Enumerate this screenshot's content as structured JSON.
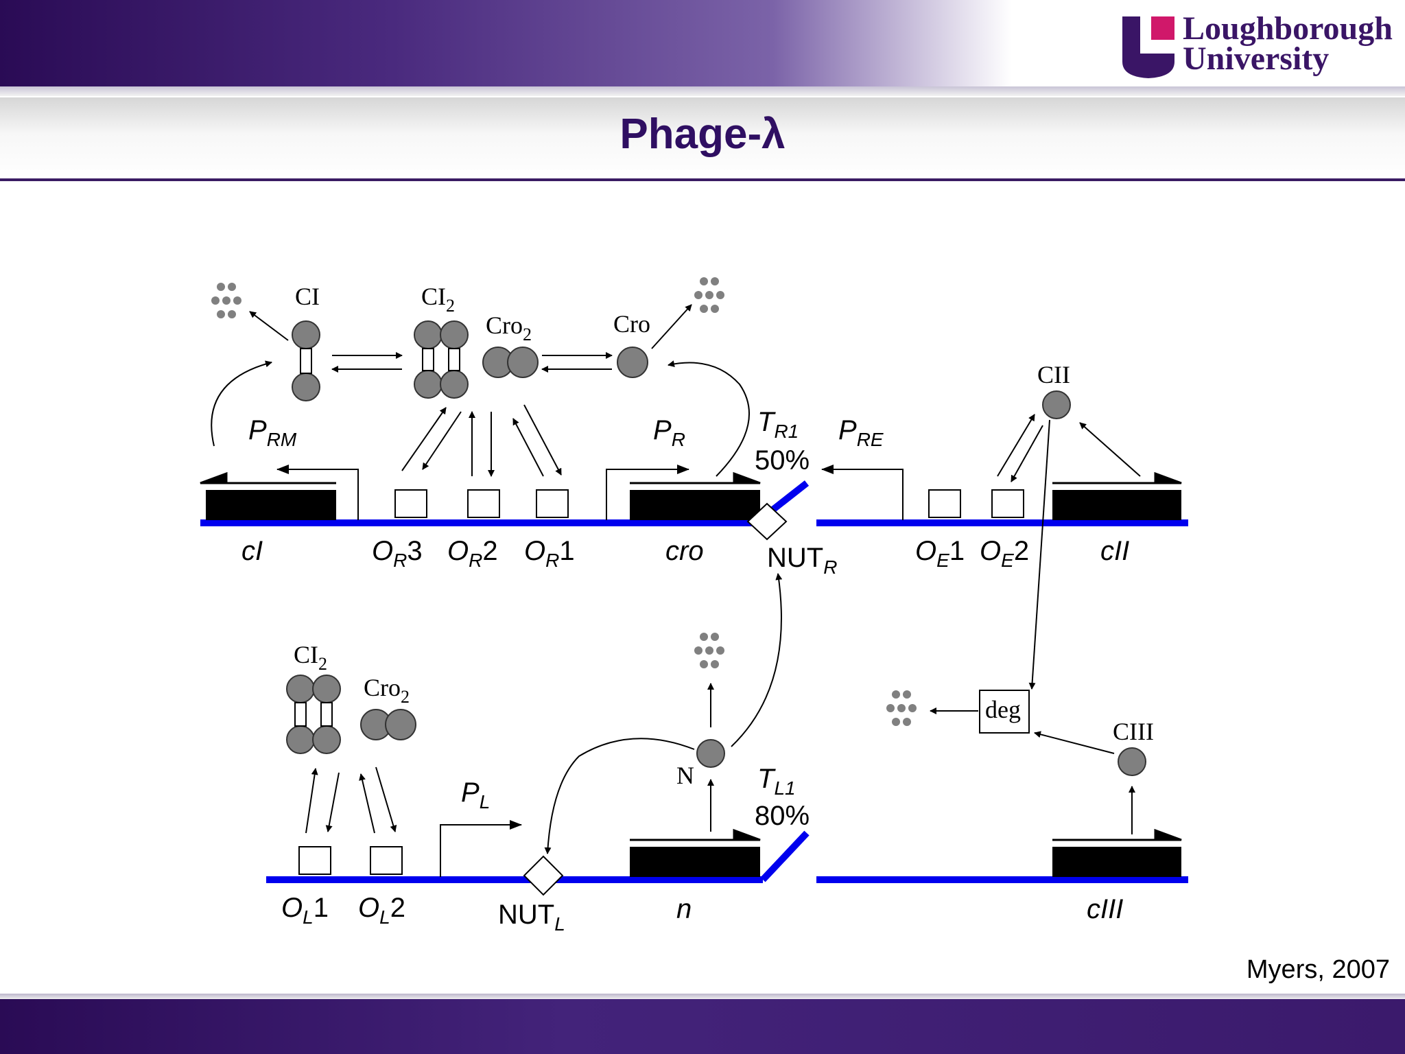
{
  "header": {
    "logo_line_1": "Loughborough",
    "logo_line_2": "University",
    "title": "Phage-λ"
  },
  "citation": "Myers, 2007",
  "colors": {
    "dna": "#0000ee",
    "protein": "#808080",
    "brand": "#3a1566"
  },
  "diagram": {
    "proteins": {
      "ci": "CI",
      "ci2": "CI",
      "cro2": "Cro",
      "cro": "Cro",
      "cii": "CII",
      "ciii": "CIII",
      "n": "N",
      "dimer_sub": "2",
      "deg": "deg"
    },
    "promoters": {
      "prm": "P",
      "prm_sub": "RM",
      "pr": "P",
      "pr_sub": "R",
      "pre": "P",
      "pre_sub": "RE",
      "pl": "P",
      "pl_sub": "L"
    },
    "terminators": {
      "tr1": "T",
      "tr1_sub": "R1",
      "tr1_pct": "50%",
      "tl1": "T",
      "tl1_sub": "L1",
      "tl1_pct": "80%"
    },
    "genes": {
      "ci": "cI",
      "cro": "cro",
      "cii": "cII",
      "n": "n",
      "ciii": "cIII"
    },
    "operators": {
      "or3": "O",
      "or3_sub": "R",
      "or3_num": "3",
      "or2": "O",
      "or2_sub": "R",
      "or2_num": "2",
      "or1": "O",
      "or1_sub": "R",
      "or1_num": "1",
      "oe1": "O",
      "oe1_sub": "E",
      "oe1_num": "1",
      "oe2": "O",
      "oe2_sub": "E",
      "oe2_num": "2",
      "ol1": "O",
      "ol1_sub": "L",
      "ol1_num": "1",
      "ol2": "O",
      "ol2_sub": "L",
      "ol2_num": "2"
    },
    "nut": {
      "nutr": "NUT",
      "nutr_sub": "R",
      "nutl": "NUT",
      "nutl_sub": "L"
    }
  }
}
